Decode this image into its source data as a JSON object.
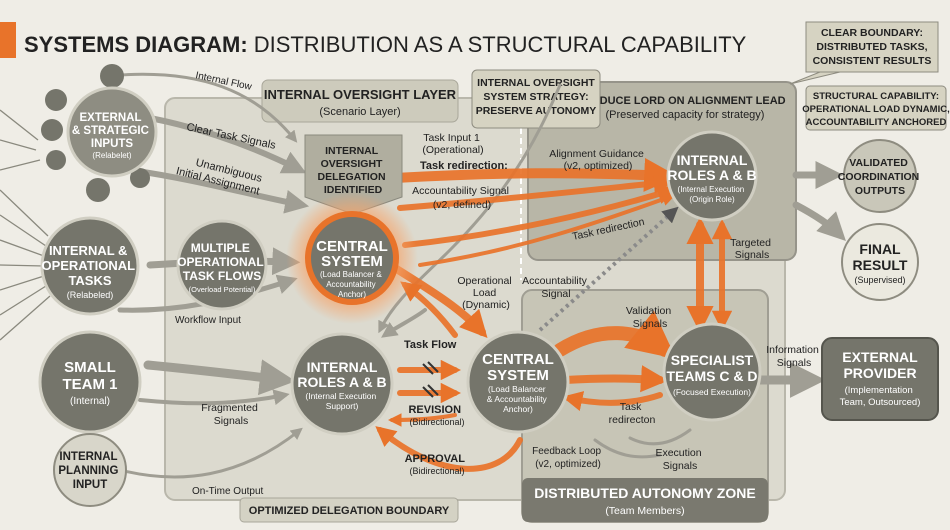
{
  "title": {
    "bold": "SYSTEMS DIAGRAM:",
    "rest": "DISTRIBUTION AS A STRUCTURAL CAPABILITY"
  },
  "callouts": {
    "clear_boundary": [
      "CLEAR BOUNDARY:",
      "DISTRIBUTED TASKS,",
      "CONSISTENT RESULTS"
    ],
    "structural_capability": [
      "STRUCTURAL CAPABILITY:",
      "OPERATIONAL LOAD DYNAMIC,",
      "ACCOUNTABILITY ANCHORED"
    ],
    "strategy": [
      "INTERNAL OVERSIGHT",
      "SYSTEM STRATEGY:",
      "PRESERVE AUTONOMY"
    ]
  },
  "zones": {
    "oversight": {
      "title": "INTERNAL OVERSIGHT LAYER",
      "subtitle": "(Scenario Layer)"
    },
    "lord": {
      "title": "REDUCE LORD ON ALIGNMENT LEAD",
      "subtitle": "(Preserved capacity for strategy)"
    },
    "boundary": {
      "label": "OPTIMIZED DELEGATION BOUNDARY"
    },
    "autonomy": {
      "title": "DISTRIBUTED AUTONOMY ZONE",
      "subtitle": "(Team Members)"
    }
  },
  "nodes": {
    "external_inputs": [
      "EXTERNAL",
      "& STRATEGIC",
      "INPUTS",
      "(Relabelet)"
    ],
    "internal_tasks": [
      "INTERNAL &",
      "OPERATIONAL",
      "TASKS",
      "(Relabeled)"
    ],
    "small_team": [
      "SMALL",
      "TEAM 1",
      "(Internal)"
    ],
    "planning_input": [
      "INTERNAL",
      "PLANNING",
      "INPUT"
    ],
    "multiple_flows": [
      "MULTIPLE",
      "OPERATIONAL",
      "TASK FLOWS",
      "(Overload Potential)"
    ],
    "delegation_box": [
      "INTERNAL",
      "OVERSIGHT",
      "DELEGATION",
      "IDENTIFIED"
    ],
    "central_top": [
      "CENTRAL",
      "SYSTEM",
      "(Load Balancer &",
      "Accountability",
      "Anchor)"
    ],
    "roles_low": [
      "INTERNAL",
      "ROLES A & B",
      "(Internal Execution",
      "Support)"
    ],
    "central_low": [
      "CENTRAL",
      "SYSTEM",
      "(Load Balancer",
      "& Accountability",
      "Anchor)"
    ],
    "roles_top": [
      "INTERNAL",
      "ROLES A & B",
      "(Internal Execution",
      "(Origin Role)"
    ],
    "specialist": [
      "SPECIALIST",
      "TEAMS C & D",
      "(Focused Execution)"
    ],
    "validated": [
      "VALIDATED",
      "COORDINATION",
      "OUTPUTS"
    ],
    "final": [
      "FINAL",
      "RESULT",
      "(Supervised)"
    ],
    "provider": [
      "EXTERNAL",
      "PROVIDER",
      "(Implementation",
      "Team, Outsourced)"
    ]
  },
  "labels": {
    "internal_flow": "Internal Flow",
    "clear_task_signals": "Clear Task Signals",
    "unambiguous": [
      "Unambiguous",
      "Initial Assignment"
    ],
    "task_input": [
      "Task Input 1",
      "(Operational)"
    ],
    "task_redirection_1": "Task redirection:",
    "accountability_signal_1": [
      "Accountability Signal",
      "(v2, defined)"
    ],
    "alignment_guidance": [
      "Alignment Guidance",
      "(v2, optimized)"
    ],
    "task_redirection_2": "Task redirection",
    "targeted_signals": [
      "Targeted",
      "Signals"
    ],
    "operational_load": [
      "Operational",
      "Load",
      "(Dynamic)"
    ],
    "accountability_signal_2": [
      "Accountability",
      "Signal"
    ],
    "workflow_input": "Workflow Input",
    "task_flow": "Task Flow",
    "revision": [
      "REVISION",
      "(Bidirectional)"
    ],
    "approval": [
      "APPROVAL",
      "(Bidirectional)"
    ],
    "fragmented": [
      "Fragmented",
      "Signals"
    ],
    "on_time_output": "On-Time Output",
    "validation_signals": [
      "Validation",
      "Signals"
    ],
    "task_redirecton": [
      "Task",
      "redirecton"
    ],
    "feedback_loop": [
      "Feedback Loop",
      "(v2, optimized)"
    ],
    "execution_signals": [
      "Execution",
      "Signals"
    ],
    "information_signals": [
      "Information",
      "Signals"
    ]
  },
  "colors": {
    "accent": "#e8732a",
    "grey_dark": "#75756b",
    "grey_mid": "#8e8d82",
    "panel": "#b7b5a6",
    "callout": "#d6d3c2",
    "zone_bg": "#dcdacf"
  }
}
